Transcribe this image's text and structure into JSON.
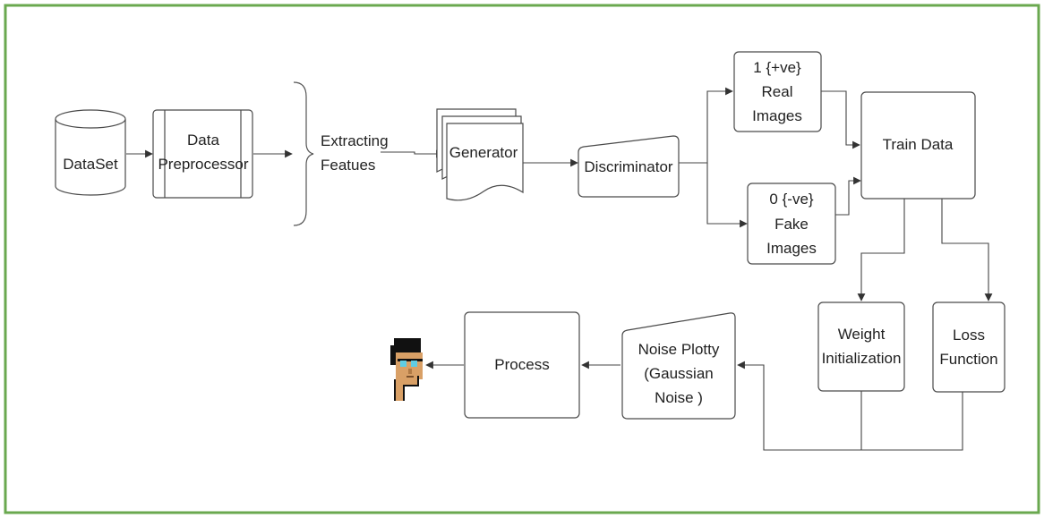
{
  "frame": {
    "border_color": "#6aa84f"
  },
  "nodes": {
    "dataset": "DataSet",
    "preprocessor": [
      "Data",
      "Preprocessor"
    ],
    "extracting": [
      "Extracting",
      "Featues"
    ],
    "generator": "Generator",
    "discriminator": "Discriminator",
    "real_images": [
      "1 {+ve}",
      "Real",
      "Images"
    ],
    "fake_images": [
      "0 {-ve}",
      "Fake",
      "Images"
    ],
    "train_data": "Train Data",
    "weight_init": [
      "Weight",
      "Initialization"
    ],
    "loss_function": [
      "Loss",
      "Function"
    ],
    "noise_plotty": [
      "Noise Plotty",
      "(Gaussian",
      "Noise )"
    ],
    "process": "Process"
  },
  "output_icon": "pixel-avatar-icon",
  "colors": {
    "node_stroke": "#4a4a4a",
    "edge": "#444444",
    "avatar_hair": "#111111",
    "avatar_skin": "#d9a066",
    "avatar_glasses": "#5fcde4"
  }
}
